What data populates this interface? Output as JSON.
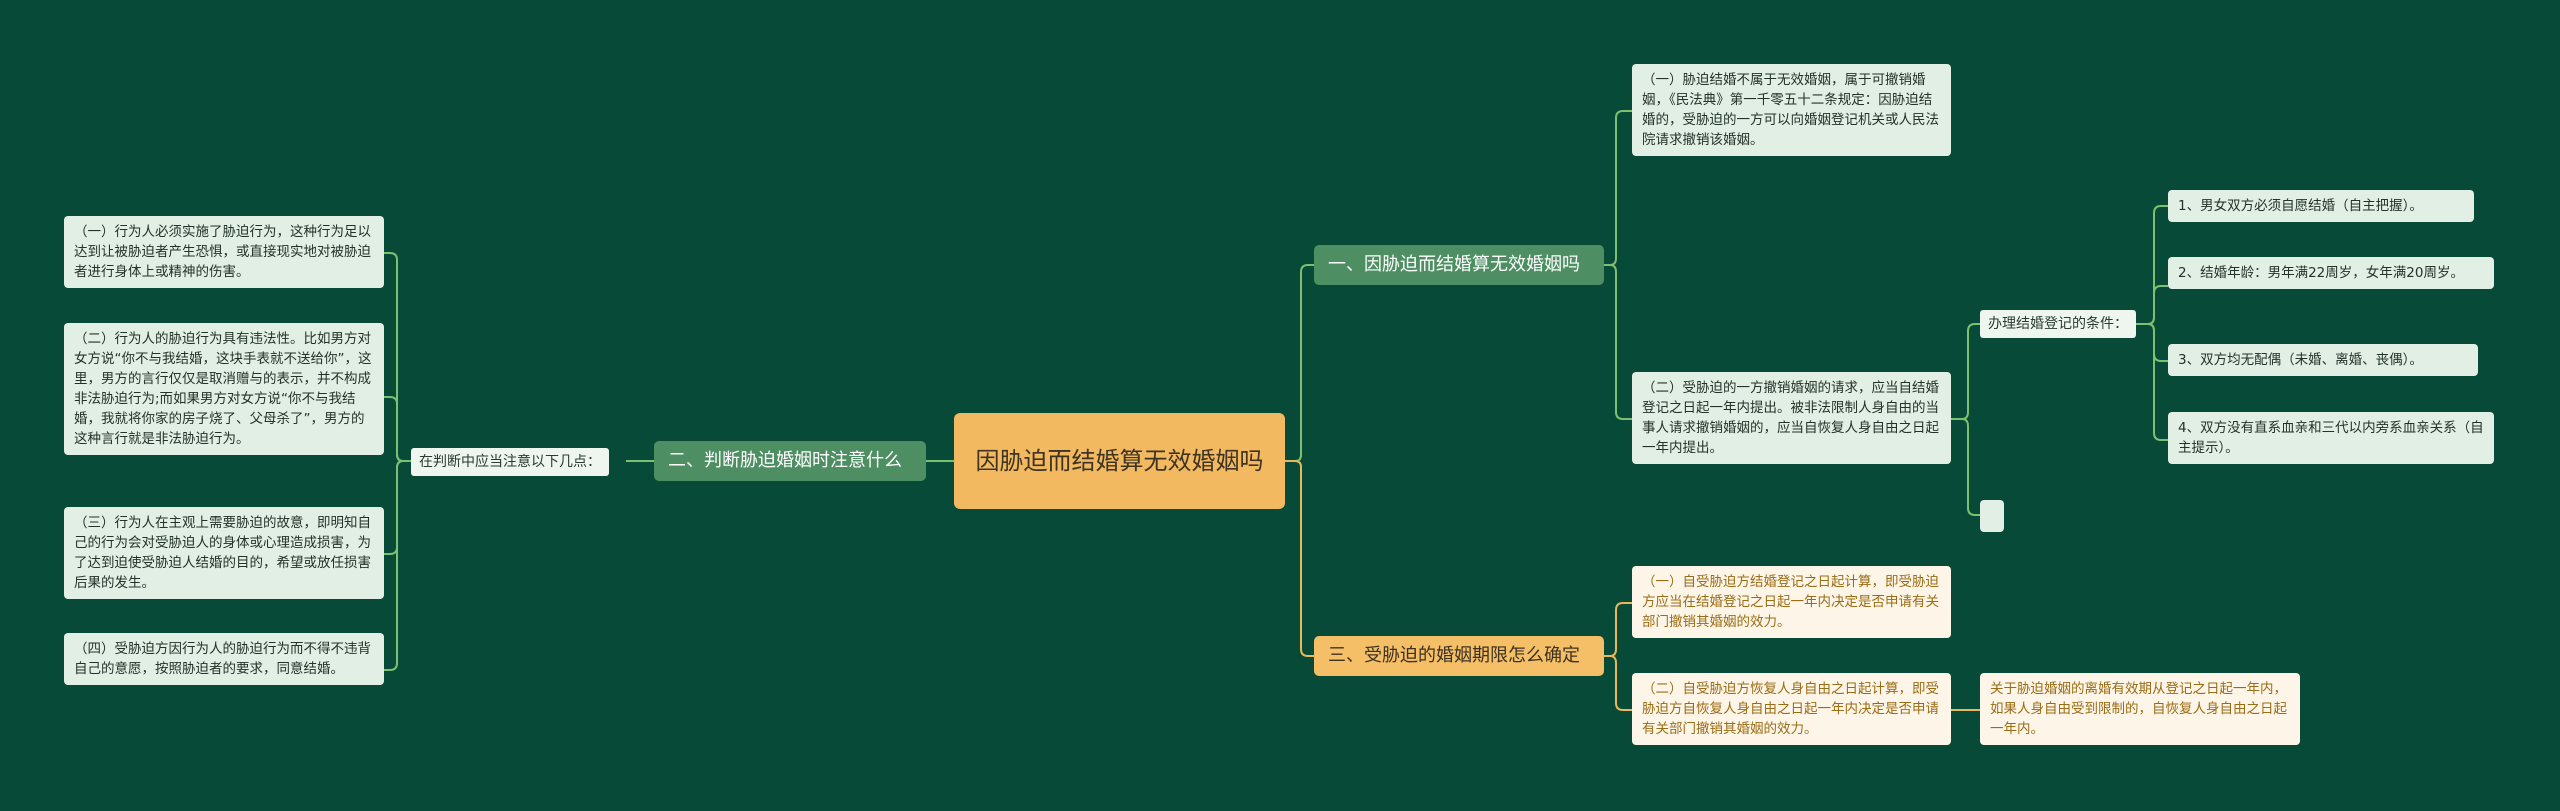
{
  "root": "因胁迫而结婚算无效婚姻吗",
  "branch1": {
    "title": "一、因胁迫而结婚算无效婚姻吗",
    "item1": "（一）胁迫结婚不属于无效婚姻，属于可撤销婚姻，《民法典》第一千零五十二条规定：因胁迫结婚的，受胁迫的一方可以向婚姻登记机关或人民法院请求撤销该婚姻。",
    "item2": "（二）受胁迫的一方撤销婚姻的请求，应当自结婚登记之日起一年内提出。被非法限制人身自由的当事人请求撤销婚姻的，应当自恢复人身自由之日起一年内提出。",
    "conditions_label": "办理结婚登记的条件：",
    "conditions": [
      "1、男女双方必须自愿结婚（自主把握）。",
      "2、结婚年龄：男年满22周岁，女年满20周岁。",
      "3、双方均无配偶（未婚、离婚、丧偶）。",
      "4、双方没有直系血亲和三代以内旁系血亲关系（自主提示）。"
    ],
    "empty_node": ""
  },
  "branch2": {
    "title": "二、判断胁迫婚姻时注意什么",
    "label": "在判断中应当注意以下几点：",
    "items": [
      "（一）行为人必须实施了胁迫行为，这种行为足以达到让被胁迫者产生恐惧，或直接现实地对被胁迫者进行身体上或精神的伤害。",
      "（二）行为人的胁迫行为具有违法性。比如男方对女方说“你不与我结婚，这块手表就不送给你”，这里，男方的言行仅仅是取消赠与的表示，并不构成非法胁迫行为;而如果男方对女方说“你不与我结婚，我就将你家的房子烧了、父母杀了”，男方的这种言行就是非法胁迫行为。",
      "（三）行为人在主观上需要胁迫的故意，即明知自己的行为会对受胁迫人的身体或心理造成损害，为了达到迫使受胁迫人结婚的目的，希望或放任损害后果的发生。",
      "（四）受胁迫方因行为人的胁迫行为而不得不违背自己的意愿，按照胁迫者的要求，同意结婚。"
    ]
  },
  "branch3": {
    "title": "三、受胁迫的婚姻期限怎么确定",
    "item1": "（一）自受胁迫方结婚登记之日起计算，即受胁迫方应当在结婚登记之日起一年内决定是否申请有关部门撤销其婚姻的效力。",
    "item2": "（二）自受胁迫方恢复人身自由之日起计算，即受胁迫方自恢复人身自由之日起一年内决定是否申请有关部门撤销其婚姻的效力。",
    "note": "关于胁迫婚姻的离婚有效期从登记之日起一年内，如果人身自由受到限制的，自恢复人身自由之日起一年内。"
  },
  "colors": {
    "background": "#064a37",
    "root": "#f2b961",
    "branch_green": "#4d8f63",
    "branch_yellow": "#f4bf66",
    "leaf_green": "#e2efe4",
    "leaf_yellow": "#fdf5e7",
    "line_green": "#7fbf72",
    "line_yellow": "#e8b85a"
  }
}
